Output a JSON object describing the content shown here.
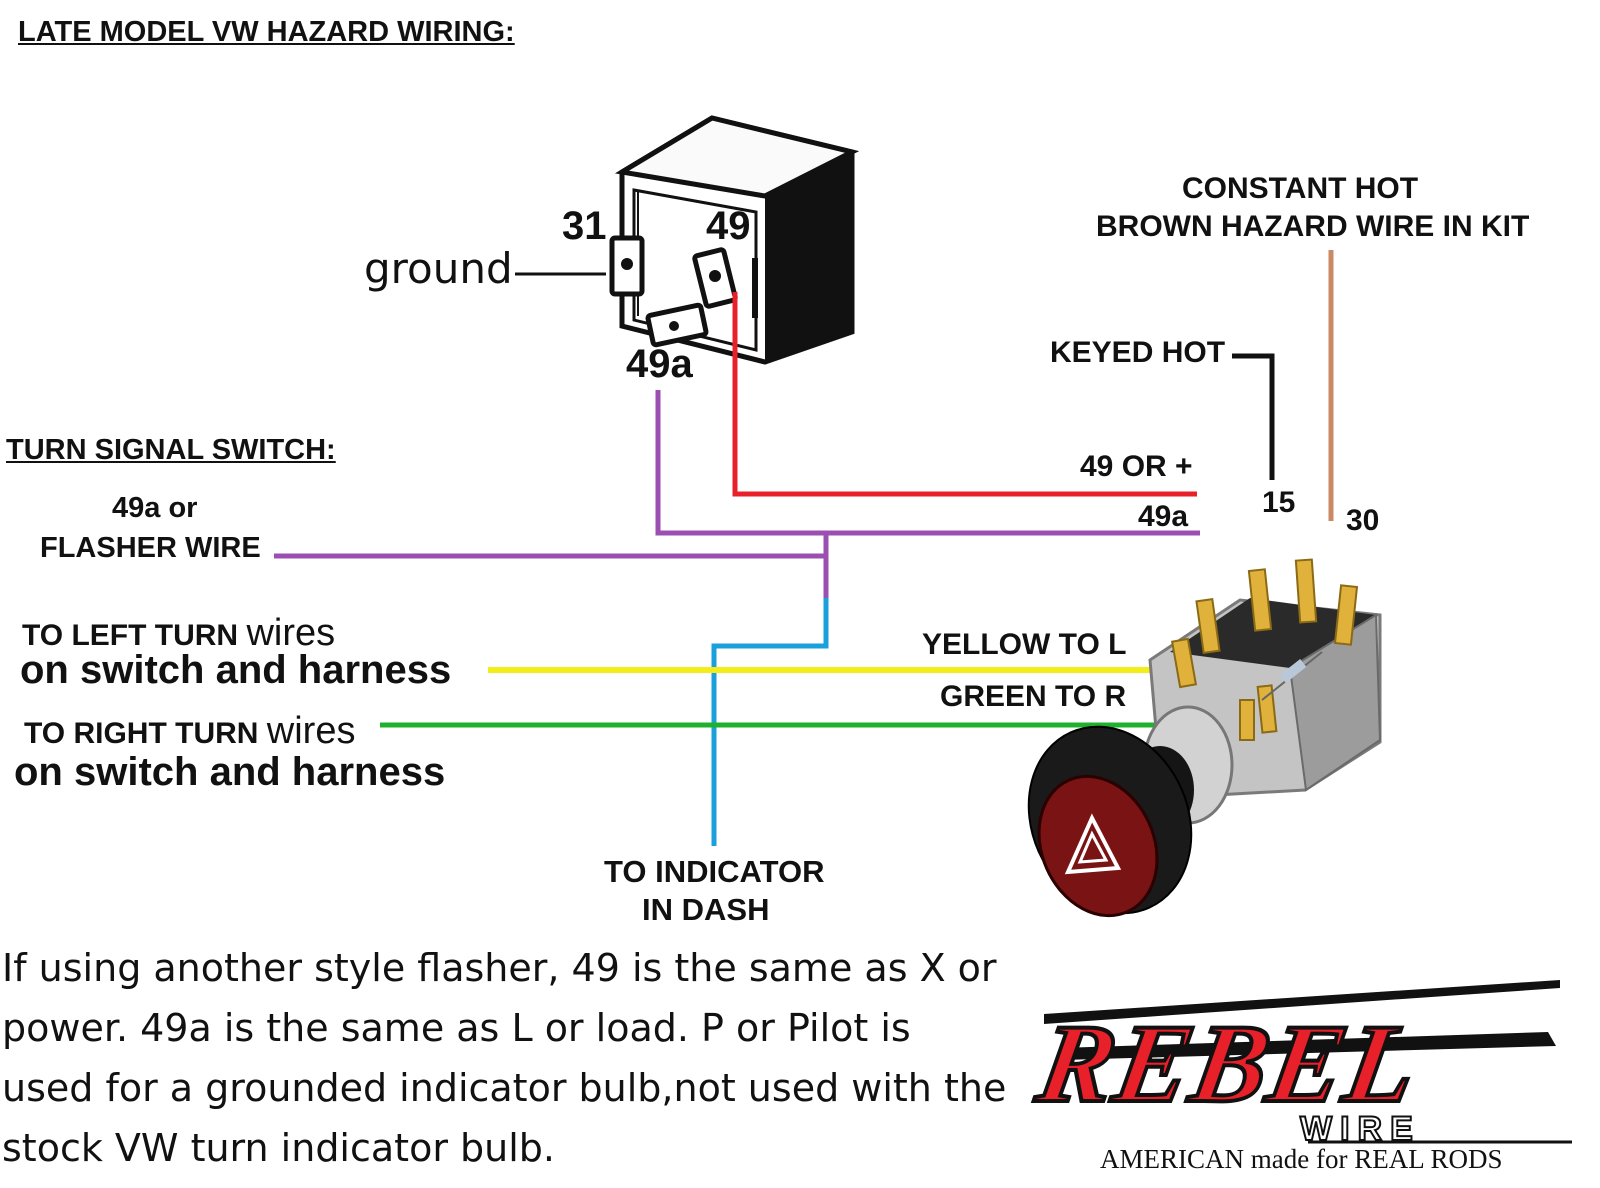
{
  "title": "LATE MODEL VW HAZARD WIRING:",
  "flasher": {
    "pin_31": "31",
    "pin_49": "49",
    "pin_49a": "49a",
    "ground_label": "ground"
  },
  "turn_signal": {
    "heading": "TURN SIGNAL SWITCH:",
    "flasher_wire_line1": "49a or",
    "flasher_wire_line2": "FLASHER WIRE"
  },
  "left_turn": {
    "line1_bold": "TO LEFT TURN",
    "line1_thin": "wires",
    "line2": "on switch and harness"
  },
  "right_turn": {
    "line1_bold": "TO RIGHT TURN",
    "line1_thin": "wires",
    "line2": "on switch and harness"
  },
  "indicator": {
    "line1": "TO INDICATOR",
    "line2": "IN DASH"
  },
  "power": {
    "constant_hot_line1": "CONSTANT HOT",
    "constant_hot_line2": "BROWN HAZARD WIRE IN KIT",
    "keyed_hot": "KEYED HOT",
    "pin_49_or_plus": "49 OR +",
    "pin_49a": "49a",
    "pin_15": "15",
    "pin_30": "30"
  },
  "switch_wires": {
    "yellow": "YELLOW TO L",
    "green": "GREEN TO R"
  },
  "wire_colors": {
    "red": "#e8202a",
    "purple": "#9b4fb0",
    "blue": "#1ba0dc",
    "yellow": "#f3ee1a",
    "green": "#1fb02e",
    "brown": "#c98a65",
    "black": "#111111"
  },
  "footnote": "If using another style flasher, 49 is the same as X or power. 49a is the same as L or load. P or Pilot is used for a grounded indicator bulb,not used with the stock VW turn indicator bulb.",
  "logo": {
    "brand": "REBEL",
    "sub": "WIRE",
    "tagline": "AMERICAN made for REAL RODS"
  }
}
